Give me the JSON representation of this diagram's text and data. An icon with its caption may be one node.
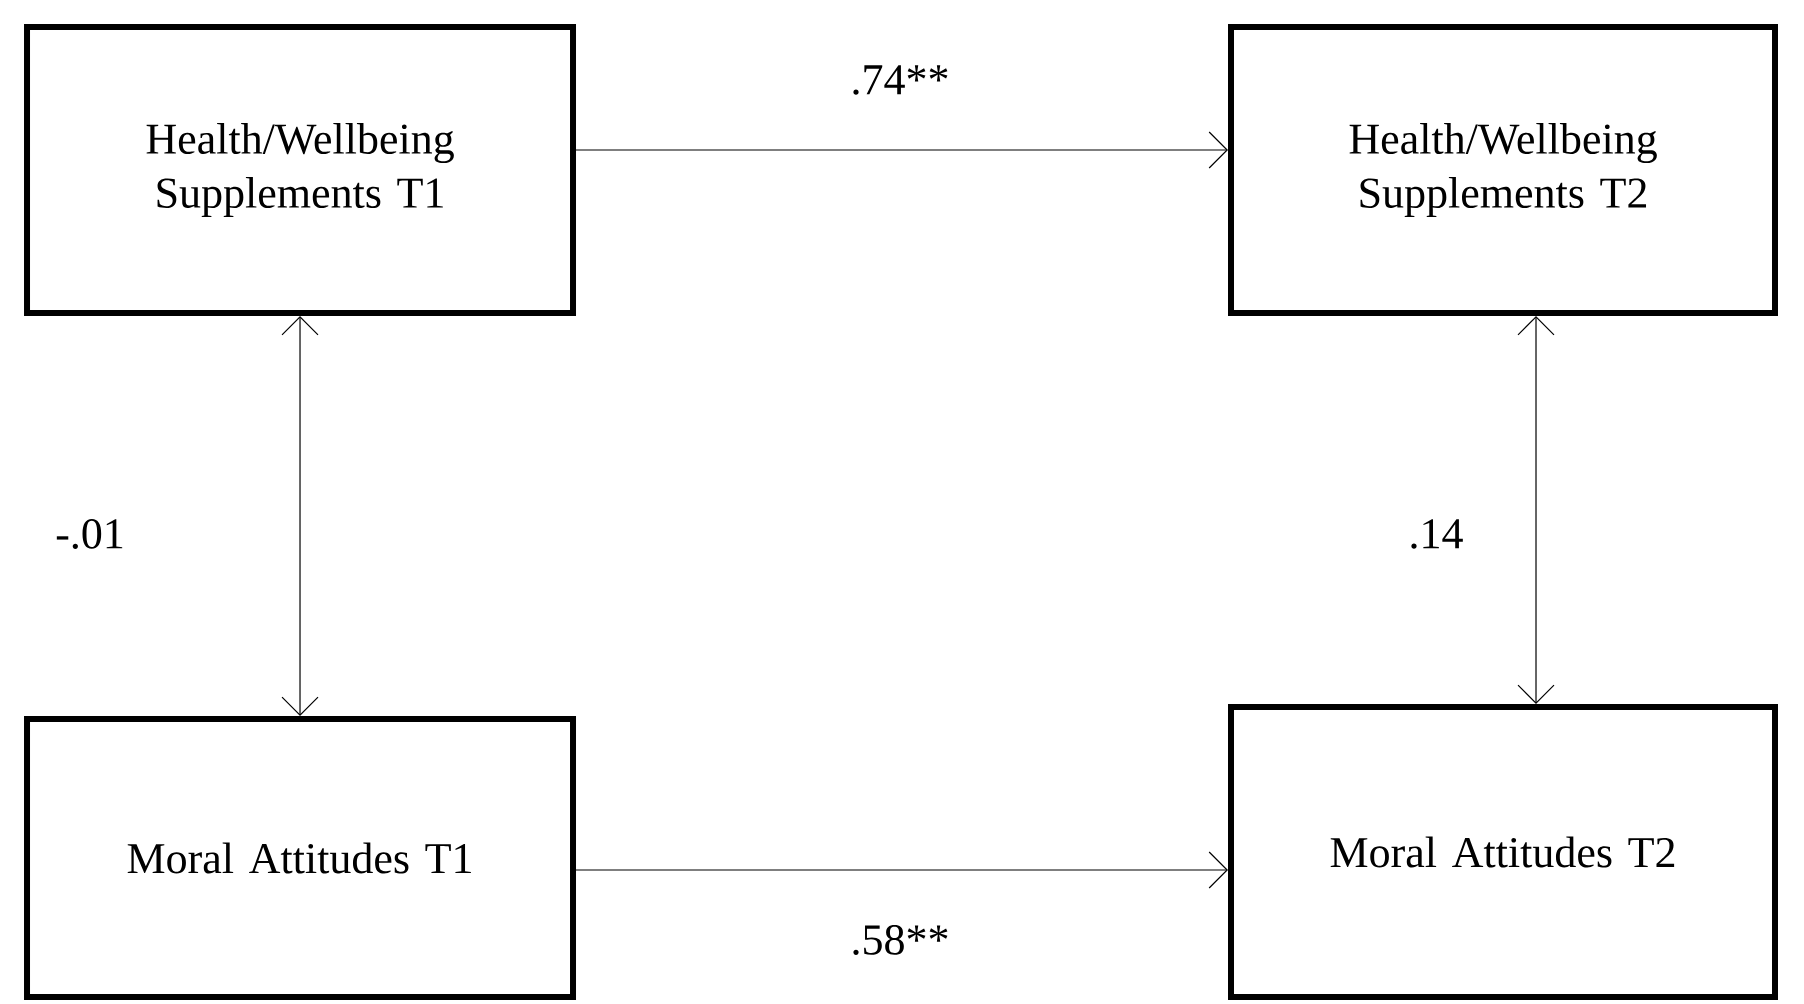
{
  "diagram": {
    "nodes": [
      {
        "text": [
          "Health/Wellbeing Supplements T1"
        ]
      },
      {
        "text": [
          "Health/Wellbeing Supplements T2"
        ]
      },
      {
        "text": [
          "Moral Attitudes T1"
        ]
      },
      {
        "text": [
          "Moral Attitudes T2"
        ]
      }
    ],
    "edges": [
      {
        "from": 0,
        "to": 1,
        "arrow": "to",
        "label": ".74**"
      },
      {
        "from": 0,
        "to": 2,
        "arrow": "both",
        "label": "-.01"
      },
      {
        "from": 1,
        "to": 3,
        "arrow": "both",
        "label": ".14"
      },
      {
        "from": 2,
        "to": 3,
        "arrow": "to",
        "label": ".58**"
      }
    ]
  }
}
